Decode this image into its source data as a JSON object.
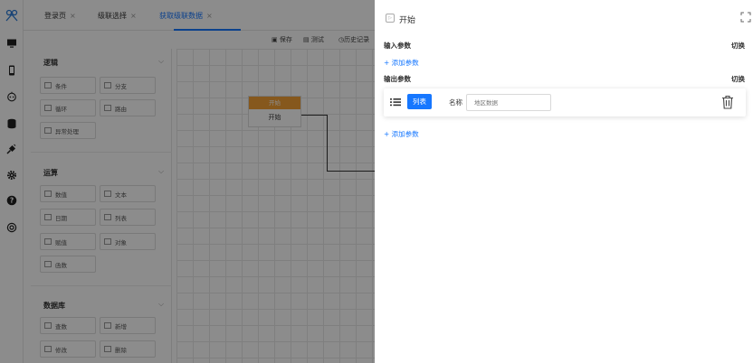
{
  "tabs": [
    {
      "label": "登录页",
      "close": "×"
    },
    {
      "label": "级联选择",
      "close": "×"
    },
    {
      "label": "获取级联数据",
      "close": "×"
    }
  ],
  "toolbar": {
    "save": "保存",
    "test": "测试",
    "history": "历史记录"
  },
  "palette": {
    "sections": [
      {
        "title": "逻辑",
        "items": [
          "条件",
          "分支",
          "循环",
          "路由",
          "异常处理"
        ]
      },
      {
        "title": "运算",
        "items": [
          "数值",
          "文本",
          "日期",
          "列表",
          "赋值",
          "对象",
          "函数"
        ]
      },
      {
        "title": "数据库",
        "items": [
          "查数",
          "新增",
          "修改",
          "删除"
        ]
      }
    ]
  },
  "node": {
    "header": "开始",
    "body": "开始",
    "header_color": "#f5a035"
  },
  "drawer": {
    "title": "开始",
    "input_params_label": "输入参数",
    "input_switch": "切换",
    "add_param": "+ 添加参数",
    "output_params_label": "输出参数",
    "output_switch": "切换",
    "param": {
      "type": "列表",
      "name_label": "名称",
      "name_placeholder": "地区数据"
    },
    "add_param_2": "+ 添加参数"
  },
  "colors": {
    "accent": "#1677ff",
    "node_header": "#f5a035",
    "mask": "rgba(0,0,0,0.45)"
  }
}
